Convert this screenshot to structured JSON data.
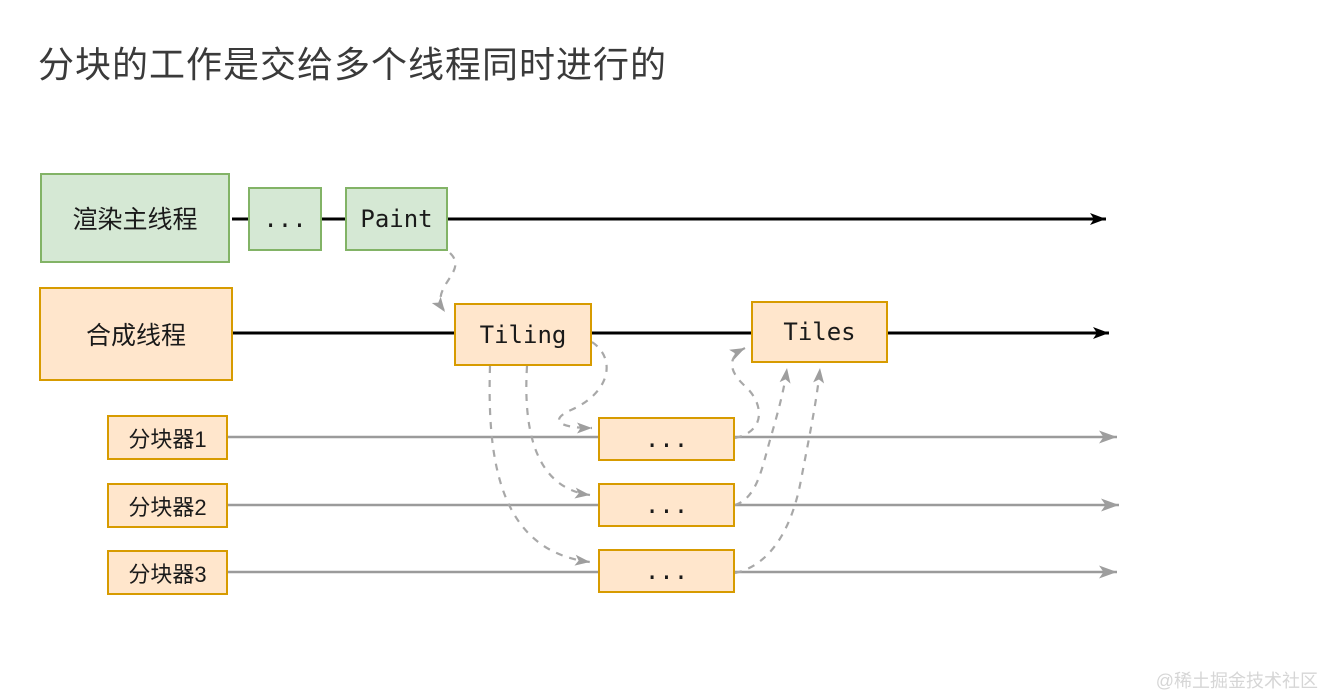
{
  "title": "分块的工作是交给多个线程同时进行的",
  "watermark": "@稀土掘金技术社区",
  "colors": {
    "bg": "#ffffff",
    "title_color": "#3a3a3a",
    "text_color": "#1a1a1a",
    "green_fill": "#d5e8d4",
    "green_border": "#82b366",
    "orange_fill": "#ffe6cc",
    "orange_border": "#d79b00",
    "line_black": "#000000",
    "line_gray": "#9b9b9b",
    "dash_gray": "#a8a8a8",
    "arrow_gray": "#9e9e9e",
    "watermark_color": "#d6d6d6"
  },
  "lanes": [
    {
      "id": "render-main-thread",
      "label": "渲染主线程",
      "steps": [
        "...",
        "Paint"
      ]
    },
    {
      "id": "compositor-thread",
      "label": "合成线程",
      "steps": [
        "Tiling",
        "Tiles"
      ]
    },
    {
      "id": "tiler-1",
      "label": "分块器1",
      "steps": [
        "..."
      ]
    },
    {
      "id": "tiler-2",
      "label": "分块器2",
      "steps": [
        "..."
      ]
    },
    {
      "id": "tiler-3",
      "label": "分块器3",
      "steps": [
        "..."
      ]
    }
  ]
}
